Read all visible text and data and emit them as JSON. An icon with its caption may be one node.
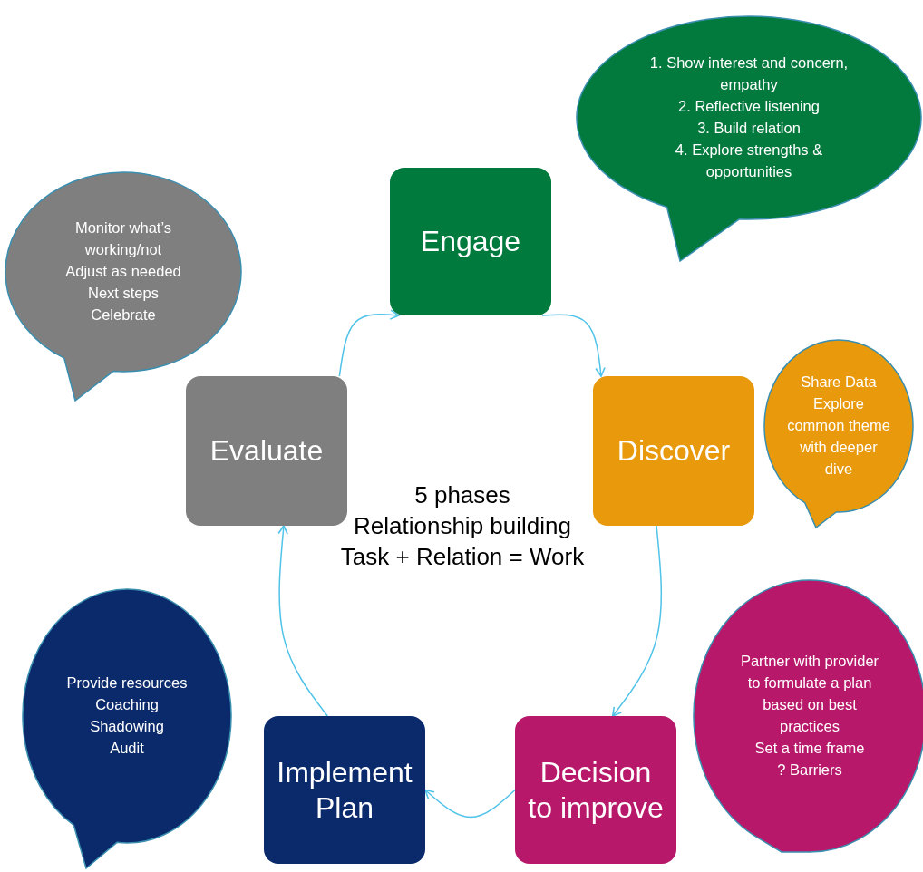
{
  "diagram": {
    "nodes": [
      {
        "text": [
          "Engage"
        ]
      },
      {
        "text": [
          "Discover"
        ]
      },
      {
        "text": [
          "Decision to improve"
        ]
      },
      {
        "text": [
          "Implement Plan"
        ]
      },
      {
        "text": [
          "Evaluate"
        ]
      },
      {
        "text": [
          "1. Show interest and concern, empathy",
          "2. Reflective listening",
          "3. Build relation",
          "4. Explore strengths & opportunities"
        ]
      },
      {
        "text": [
          "Monitor what’s working/not",
          "Adjust as needed",
          "Next steps",
          "Celebrate"
        ]
      },
      {
        "text": [
          "Share Data",
          "Explore common theme with deeper dive"
        ]
      },
      {
        "text": [
          "Partner with provider to formulate a plan based on best practices",
          "Set a time frame",
          "? Barriers"
        ]
      },
      {
        "text": [
          "Provide resources",
          "Coaching",
          "Shadowing",
          "Audit"
        ]
      }
    ],
    "edges": [
      {
        "from": 0,
        "to": 1,
        "arrow": "to"
      },
      {
        "from": 1,
        "to": 2,
        "arrow": "to"
      },
      {
        "from": 2,
        "to": 3,
        "arrow": "to"
      },
      {
        "from": 3,
        "to": 4,
        "arrow": "to"
      },
      {
        "from": 4,
        "to": 0,
        "arrow": "to"
      }
    ],
    "labels": [
      "5 phases",
      "Relationship building",
      "Task + Relation = Work"
    ]
  }
}
